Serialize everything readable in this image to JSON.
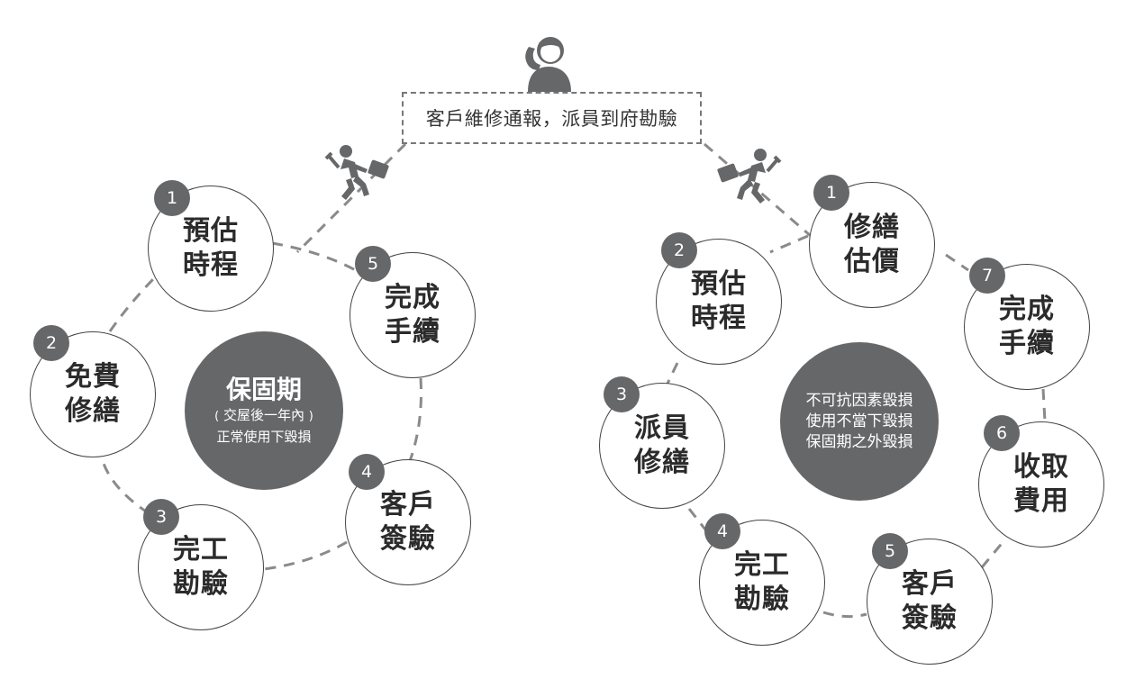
{
  "header": {
    "report_text": "客戶維修通報，派員到府勘驗",
    "icons": [
      "phone-call-person-icon",
      "technician-running-icon"
    ]
  },
  "warranty_flow": {
    "center": {
      "title": "保固期",
      "paren_open": "(",
      "subtitle": "交屋後一年內",
      "paren_close": ")",
      "note": "正常使用下毀損"
    },
    "steps": [
      {
        "number": "1",
        "line1": "預估",
        "line2": "時程"
      },
      {
        "number": "2",
        "line1": "免費",
        "line2": "修繕"
      },
      {
        "number": "3",
        "line1": "完工",
        "line2": "勘驗"
      },
      {
        "number": "4",
        "line1": "客戶",
        "line2": "簽驗"
      },
      {
        "number": "5",
        "line1": "完成",
        "line2": "手續"
      }
    ]
  },
  "paid_flow": {
    "center": {
      "lines": [
        "不可抗因素毀損",
        "使用不當下毀損",
        "保固期之外毀損"
      ]
    },
    "steps": [
      {
        "number": "1",
        "line1": "修繕",
        "line2": "估價"
      },
      {
        "number": "2",
        "line1": "預估",
        "line2": "時程"
      },
      {
        "number": "3",
        "line1": "派員",
        "line2": "修繕"
      },
      {
        "number": "4",
        "line1": "完工",
        "line2": "勘驗"
      },
      {
        "number": "5",
        "line1": "客戶",
        "line2": "簽驗"
      },
      {
        "number": "6",
        "line1": "收取",
        "line2": "費用"
      },
      {
        "number": "7",
        "line1": "完成",
        "line2": "手續"
      }
    ]
  },
  "colors": {
    "badge": "#666769",
    "center_fill": "#666769",
    "connector": "#8a8a8a",
    "circle_border": "#444444"
  }
}
